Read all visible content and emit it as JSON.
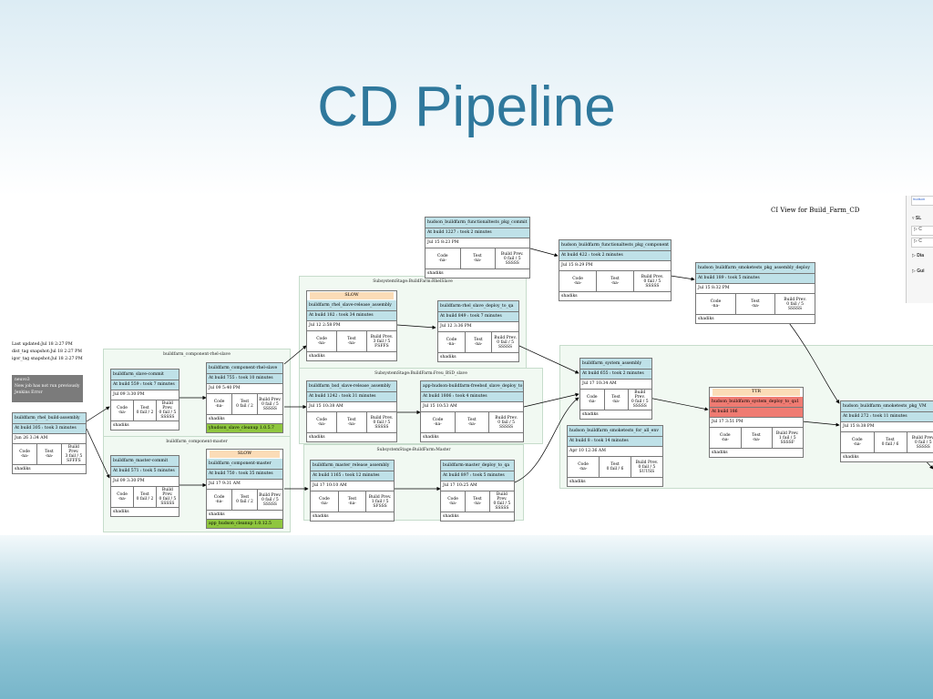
{
  "slide": {
    "title": "CD Pipeline"
  },
  "diagram": {
    "ci_title": "CI View for Build_Farm_CD",
    "meta": [
      "Last updated:Jul 18  2:27 PM",
      "dist_tag snapshot:Jul 18  2:27 PM",
      "igor_tag snapshot:Jul 18  2:27 PM"
    ],
    "notice": [
      "neuvo3",
      "New job has not run previously",
      "Jenkins Error"
    ],
    "clusters": {
      "rhel_slave": "buildfarm_component-rhel-slave",
      "master": "buildfarm_component-master",
      "rhel_stage": "SubsystemStage:BuildFarm:RhelSlave",
      "bsd_stage": "SubsystemStage:BuildFarm:Freu_BSD_slave",
      "master_stage": "SubsystemStage:BuildFarm:Master"
    },
    "jobs": {
      "rhel_build": {
        "name": "buildfarm_rhel_build-assembly",
        "build": "At build 305 : took 3 minutes",
        "date": "Jun 26  3:34 AM",
        "code": "Code\n-na-",
        "test": "Test\n-na-",
        "prev": "Build Prev.\n3 fail / 5\nSFFFS",
        "user": "shadiks"
      },
      "slave_commit": {
        "name": "buildfarm_slave-commit",
        "build": "At build 559 : took 7 minutes",
        "date": "Jul 09  3:30 PM",
        "code": "Code\n-na-",
        "test": "Test\n0 fail / 2",
        "prev": "Build Prev.\n0 fail / 5\nSSSSS",
        "user": "shadiks"
      },
      "slave_comp": {
        "name": "buildfarm_component-rhel-slave",
        "build": "At build 755 : took 10 minutes",
        "date": "Jul 09  5:40 PM",
        "code": "Code\n-na-",
        "test": "Test\n0 fail / 2",
        "prev": "Build Prev.\n0 fail / 5\nSSSSS",
        "user": "shadiks",
        "cleanup": "yhudson_slave_cleanup 1.0.5.7"
      },
      "master_commit": {
        "name": "buildfarm_master-commit",
        "build": "At build 571 : took 5 minutes",
        "date": "Jul 09  3:30 PM",
        "code": "Code\n-na-",
        "test": "Test\n0 fail / 2",
        "prev": "Build Prev.\n0 fail / 5\nSSSSS",
        "user": "shadiks"
      },
      "master_comp": {
        "bubble": "SLOW",
        "name": "buildfarm_component-master",
        "build": "At build 750 : took 35 minutes",
        "date": "Jul 17  9:31 AM",
        "code": "Code\n-na-",
        "test": "Test\n0 fail / 2",
        "prev": "Build Prev.\n0 fail / 5\nSSSSS",
        "user": "shadiks",
        "cleanup": "app_hudson_cleanup 1.0.12.5"
      },
      "rhel_release": {
        "bubble": "SLOW",
        "name": "buildfarm_rhel_slave-release_assembly",
        "build": "At build 182 : took 34 minutes",
        "date": "Jul 12  2:58 PM",
        "code": "Code\n-na-",
        "test": "Test\n-na-",
        "prev": "Build Prev.\n3 fail / 5\nFSFFS",
        "user": "shadiks"
      },
      "rhel_deploy": {
        "name": "buildfarm-rhel_slave_deploy_to_qa",
        "build": "At build 849 : took 7 minutes",
        "date": "Jul 12  3:36 PM",
        "code": "Code\n-na-",
        "test": "Test\n-na-",
        "prev": "Build Prev.\n0 fail / 5\nSSSSS",
        "user": "shadiks"
      },
      "bsd_release": {
        "name": "buildfarm_bsd_slave-release_assembly",
        "build": "At build 1242 : took 31 minutes",
        "date": "Jul 15  10:38 AM",
        "code": "Code\n-na-",
        "test": "Test\n-na-",
        "prev": "Build Prev.\n0 fail / 5\nSSSSS",
        "user": "shadiks"
      },
      "bsd_deploy": {
        "name": "app-hudson-buildfarm-freebsd_slave_deploy_to_qa",
        "build": "At build 1806 : took 4 minutes",
        "date": "Jul 15  10:53 AM",
        "code": "Code\n-na-",
        "test": "Test\n-na-",
        "prev": "Build Prev.\n0 fail / 5\nSSSSS",
        "user": "shadiks"
      },
      "master_release": {
        "name": "buildfarm_master_release_assembly",
        "build": "At build 1165 : took 12 minutes",
        "date": "Jul 17  10:10 AM",
        "code": "Code\n-na-",
        "test": "Test\n-na-",
        "prev": "Build Prev.\n1 fail / 5\nSFSSS",
        "user": "shadiks"
      },
      "master_deploy": {
        "name": "buildfarm-master_deploy_to_qa",
        "build": "At build 897 : took 5 minutes",
        "date": "Jul 17  10:25 AM",
        "code": "Code\n-na-",
        "test": "Test\n-na-",
        "prev": "Build Prev.\n0 fail / 5\nSSSSS",
        "user": "shadiks"
      },
      "func_commit": {
        "name": "hudson_buildfarm_functionaltests_pkg_commit",
        "build": "At build 1227 : took 2 minutes",
        "date": "Jul 15  8:23 PM",
        "code": "Code\n-na-",
        "test": "Test\n-na-",
        "prev": "Build Prev.\n0 fail / 5\nSSSSS",
        "user": "shadiks"
      },
      "func_component": {
        "name": "hudson_buildfarm_functionaltests_pkg_component",
        "build": "At build 422 : took 2 minutes",
        "date": "Jul 15  8:29 PM",
        "code": "Code\n-na-",
        "test": "Test\n-na-",
        "prev": "Build Prev.\n0 fail / 5\nSSSSS",
        "user": "shadiks"
      },
      "smoke_assembly": {
        "name": "hudson_buildfarm_smoketests_pkg_assembly_deploy",
        "build": "At build 189 : took 5 minutes",
        "date": "Jul 15  8:32 PM",
        "code": "Code\n-na-",
        "test": "Test\n-na-",
        "prev": "Build Prev.\n0 fail / 5\nSSSSS",
        "user": "shadiks"
      },
      "system_assembly": {
        "name": "buildfarm_system_assembly",
        "build": "At build 655 : took 2 minutes",
        "date": "Jul 17  10:34 AM",
        "code": "Code\n-na-",
        "test": "Test\n-na-",
        "prev": "Build Prev.\n0 fail / 5\nSSSSS",
        "user": "shadiks"
      },
      "smoke_all_env": {
        "name": "hudson_buildfarm_smoketests_for_all_env",
        "build": "At build 8 : took 14 minutes",
        "date": "Apr 10  12:36 AM",
        "code": "Code\n-na-",
        "test": "Test\n0 fail / 6",
        "prev": "Build Prev.\n0 fail / 5\nSUUSS",
        "user": "shadiks"
      },
      "system_deploy": {
        "bubble": "TTR",
        "name": "hudson_buildfarm_system_deploy_to_qa1",
        "build": "At build 186",
        "date": "Jul 17  3:51 PM",
        "code": "Code\n-na-",
        "test": "Test\n-na-",
        "prev": "Build Prev.\n1 fail / 5\nSSSSF",
        "user": "shadiks"
      },
      "smoke_vm": {
        "name": "hudson_buildfarm_smoketests_pkg_VM",
        "build": "At build 272 : took 11 minutes",
        "date": "Jul 15  8:38 PM",
        "code": "Code\n-na-",
        "test": "Test\n0 fail / 6",
        "prev": "Build Prev.\n0 fail / 5\nSSSSS",
        "user": "shadiks"
      }
    },
    "side_panel": {
      "item1": "hudson",
      "item2": "SL",
      "item3": "C",
      "item4": "C",
      "item5": "Dia",
      "item6": "Gui"
    }
  }
}
